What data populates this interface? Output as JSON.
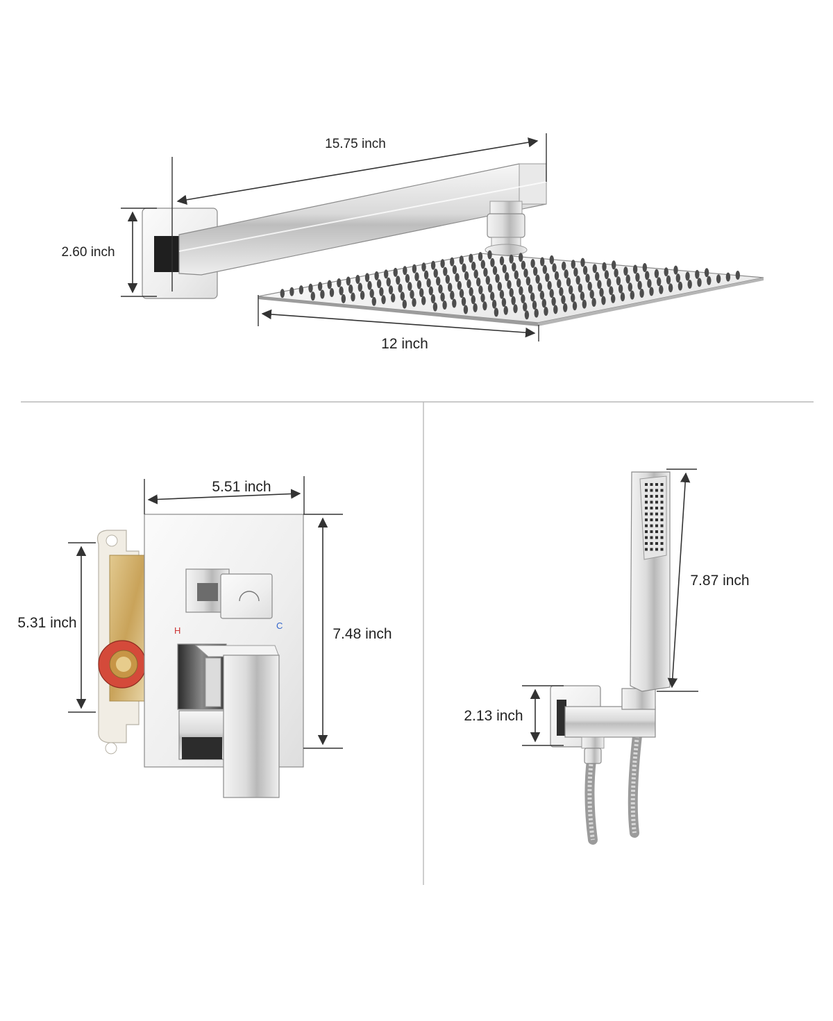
{
  "colors": {
    "background": "#ffffff",
    "dimension_line": "#333333",
    "divider": "#b9b9b9",
    "hot_label": "#cc3333",
    "cold_label": "#3366cc"
  },
  "rain_shower": {
    "arm_length": "15.75 inch",
    "flange_height": "2.60 inch",
    "head_width": "12 inch"
  },
  "valve": {
    "plate_width": "5.51 inch",
    "box_height": "5.31 inch",
    "plate_height": "7.48 inch",
    "hot_mark": "H",
    "cold_mark": "C"
  },
  "hand_shower": {
    "wand_length": "7.87 inch",
    "bracket_height": "2.13 inch"
  }
}
